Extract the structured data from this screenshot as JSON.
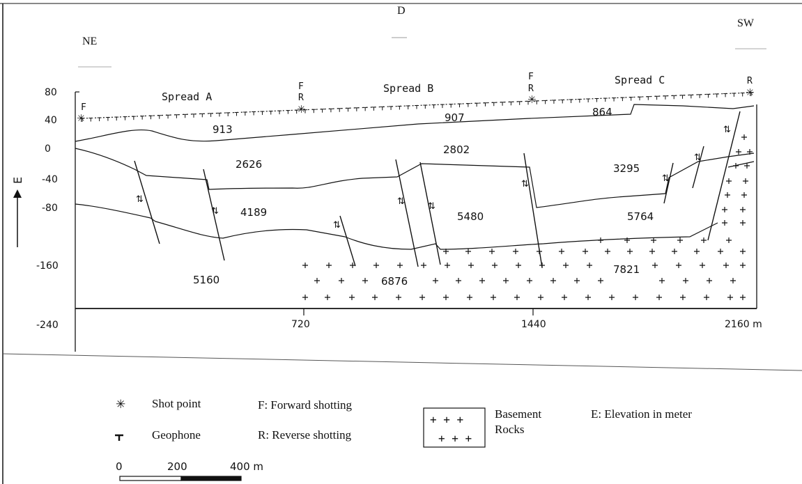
{
  "header": {
    "top_mark": "D",
    "left_direction": "NE",
    "right_direction": "SW"
  },
  "section": {
    "spreads": [
      "Spread A",
      "Spread B",
      "Spread C"
    ],
    "shot_codes": {
      "s0": [
        "F"
      ],
      "s1": [
        "F",
        "R"
      ],
      "s2": [
        "F",
        "R"
      ],
      "s3": [
        "R"
      ]
    },
    "elevation_axis": {
      "label": "E",
      "ticks": [
        "80",
        "40",
        "0",
        "-40",
        "-80",
        "-160",
        "-240"
      ]
    },
    "distance_axis": {
      "ticks": [
        "720",
        "1440",
        "2160 m"
      ]
    },
    "velocities": {
      "v913": "913",
      "v907": "907",
      "v864": "864",
      "v2626": "2626",
      "v2802": "2802",
      "v3295": "3295",
      "v4189": "4189",
      "v5480": "5480",
      "v5764": "5764",
      "v5160": "5160",
      "v6876": "6876",
      "v7821": "7821"
    }
  },
  "legend": {
    "shot_point": "Shot point",
    "geophone": "Geophone",
    "forward": "F: Forward shotting",
    "reverse": "R: Reverse shotting",
    "basement_line1": "Basement",
    "basement_line2": "Rocks",
    "elevation": "E: Elevation in meter",
    "basement_pattern": "+ + +"
  },
  "scale_bar": {
    "ticks": [
      "0",
      "200",
      "400 m"
    ]
  }
}
